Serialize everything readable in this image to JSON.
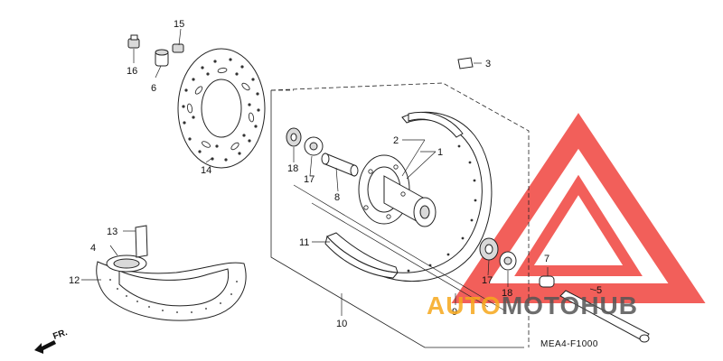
{
  "diagram_code": "MEA4-F1000",
  "direction_label": "FR.",
  "watermark": {
    "brand_part1": "AUTO",
    "brand_part2": "MOTO",
    "brand_part3": "HUB",
    "color_red": "#ee2a24",
    "color_orange": "#f6a81c",
    "color_gray": "#555555"
  },
  "callouts": [
    {
      "id": "c1",
      "text": "1"
    },
    {
      "id": "c2",
      "text": "2"
    },
    {
      "id": "c3",
      "text": "3"
    },
    {
      "id": "c5",
      "text": "5"
    },
    {
      "id": "c6",
      "text": "6"
    },
    {
      "id": "c7",
      "text": "7"
    },
    {
      "id": "c8",
      "text": "8"
    },
    {
      "id": "c9",
      "text": "9"
    },
    {
      "id": "c10",
      "text": "10"
    },
    {
      "id": "c11",
      "text": "11"
    },
    {
      "id": "c12",
      "text": "12"
    },
    {
      "id": "c13",
      "text": "13"
    },
    {
      "id": "c4",
      "text": "4"
    },
    {
      "id": "c14",
      "text": "14"
    },
    {
      "id": "c15",
      "text": "15"
    },
    {
      "id": "c16",
      "text": "16"
    },
    {
      "id": "c17a",
      "text": "17"
    },
    {
      "id": "c17b",
      "text": "17"
    },
    {
      "id": "c18a",
      "text": "18"
    },
    {
      "id": "c18b",
      "text": "18"
    }
  ]
}
